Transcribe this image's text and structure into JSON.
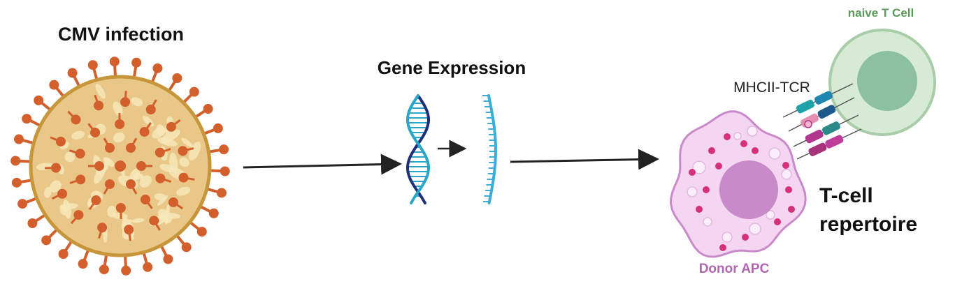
{
  "labels": {
    "cmv_infection": "CMV infection",
    "gene_expression": "Gene Expression",
    "naive_t_cell": "naive T Cell",
    "mhcii_tcr": "MHCII-TCR",
    "t_cell_repertoire_line1": "T-cell",
    "t_cell_repertoire_line2": "repertoire",
    "donor_apc": "Donor APC"
  },
  "colors": {
    "virus_body": "#e8c789",
    "virus_light": "#f7e6b8",
    "virus_outline": "#c8963a",
    "spike": "#d25f2c",
    "dna_dark": "#1f2f7a",
    "dna_light": "#2aa6c9",
    "rna": "#3aaed8",
    "t_cell_outer": "#d6ead6",
    "t_cell_outer_stroke": "#a9cda9",
    "t_cell_nucleus": "#8cc0a0",
    "apc_body": "#f5d6f2",
    "apc_stroke": "#c98ac9",
    "apc_nucleus": "#c88ac8",
    "apc_dots": "#d6307a",
    "naive_label": "#5a9a5a",
    "donor_label": "#b266b2",
    "arrow": "#222222"
  },
  "icons": [
    "cmv-virus-icon",
    "dna-icon",
    "rna-icon",
    "t-cell-icon",
    "apc-cell-icon",
    "receptor-icon"
  ]
}
